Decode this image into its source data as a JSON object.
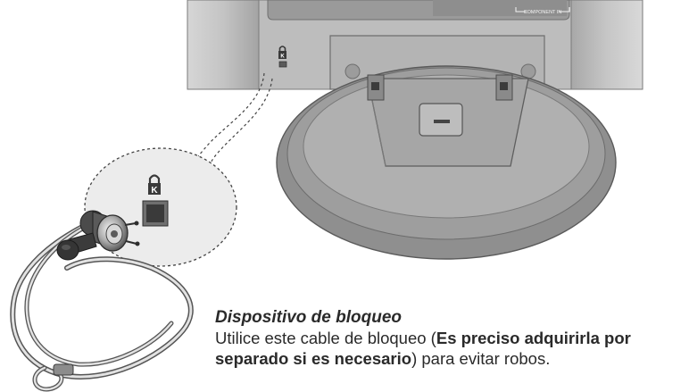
{
  "panel_label": "COMPONENT IN",
  "caption": {
    "title": "Dispositivo de bloqueo",
    "body_lead": "Utilice este cable de bloqueo (",
    "body_bold": "Es preciso adquirirla por separado si es necesario",
    "body_tail": ") para evitar robos."
  }
}
